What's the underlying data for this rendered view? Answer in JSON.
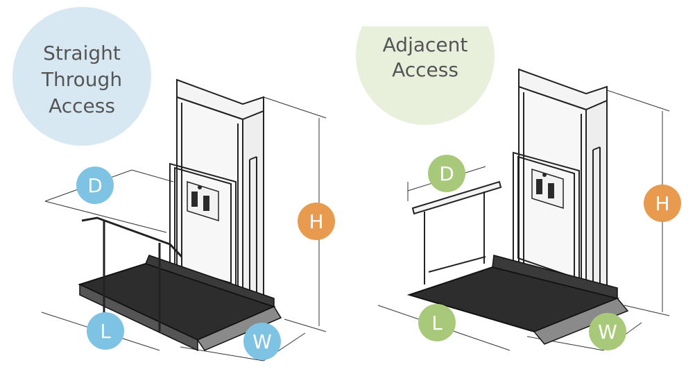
{
  "panels": [
    {
      "title_lines": [
        "Straight",
        "Through",
        "Access"
      ],
      "title_bg": "#d8e8f2",
      "badge_color": "#7ec3e3",
      "labels": {
        "d": "D",
        "l": "L",
        "w": "W"
      }
    },
    {
      "title_lines": [
        "Adjacent",
        "Access"
      ],
      "title_bg": "#e8efdb",
      "badge_color": "#a9c97a",
      "labels": {
        "d": "D",
        "l": "L",
        "w": "W"
      }
    }
  ],
  "height_label": "H",
  "height_badge_color": "#e89a4e"
}
